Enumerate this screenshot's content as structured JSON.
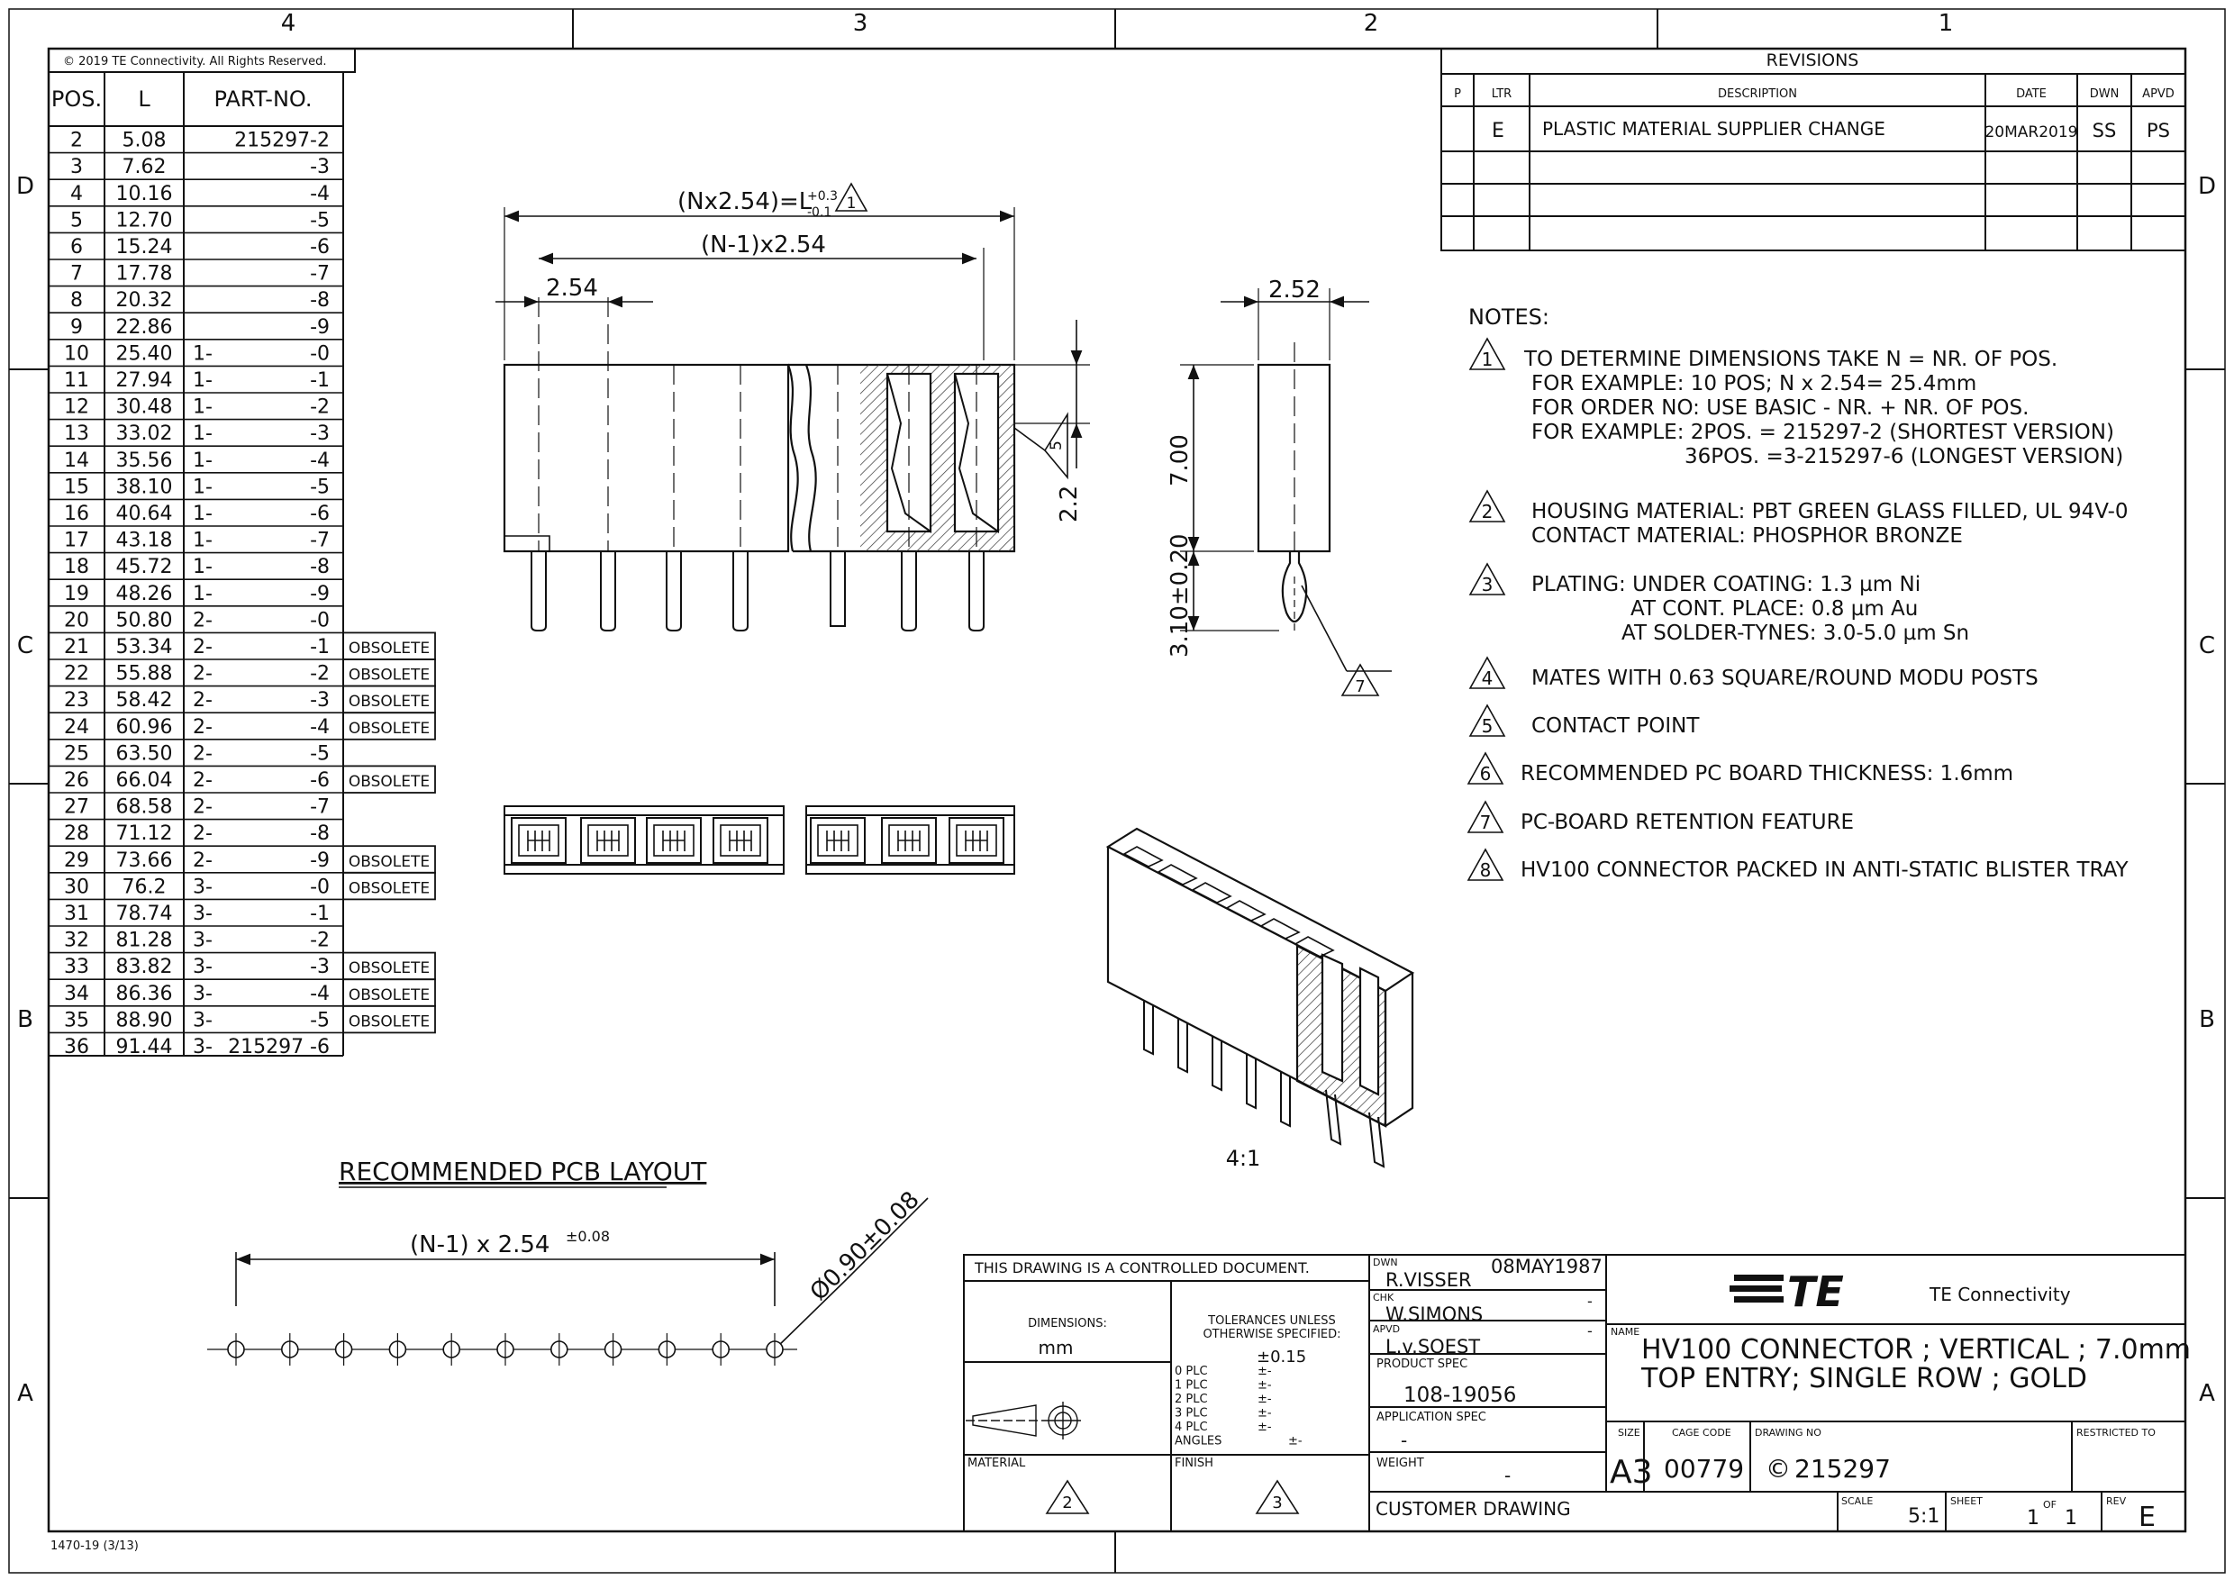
{
  "frame": {
    "zones_top": [
      "4",
      "3",
      "2",
      "1"
    ],
    "zones_side": [
      "D",
      "C",
      "B",
      "A"
    ],
    "form_no": "1470-19 (3/13)"
  },
  "copyright": "© 2019 TE Connectivity. All Rights Reserved.",
  "pos_table": {
    "headers": [
      "POS.",
      "L",
      "PART-NO."
    ],
    "rows": [
      {
        "pos": "2",
        "l": "5.08",
        "pre": "",
        "suf": "215297-2",
        "obs": ""
      },
      {
        "pos": "3",
        "l": "7.62",
        "pre": "",
        "suf": "-3",
        "obs": ""
      },
      {
        "pos": "4",
        "l": "10.16",
        "pre": "",
        "suf": "-4",
        "obs": ""
      },
      {
        "pos": "5",
        "l": "12.70",
        "pre": "",
        "suf": "-5",
        "obs": ""
      },
      {
        "pos": "6",
        "l": "15.24",
        "pre": "",
        "suf": "-6",
        "obs": ""
      },
      {
        "pos": "7",
        "l": "17.78",
        "pre": "",
        "suf": "-7",
        "obs": ""
      },
      {
        "pos": "8",
        "l": "20.32",
        "pre": "",
        "suf": "-8",
        "obs": ""
      },
      {
        "pos": "9",
        "l": "22.86",
        "pre": "",
        "suf": "-9",
        "obs": ""
      },
      {
        "pos": "10",
        "l": "25.40",
        "pre": "1-",
        "suf": "-0",
        "obs": ""
      },
      {
        "pos": "11",
        "l": "27.94",
        "pre": "1-",
        "suf": "-1",
        "obs": ""
      },
      {
        "pos": "12",
        "l": "30.48",
        "pre": "1-",
        "suf": "-2",
        "obs": ""
      },
      {
        "pos": "13",
        "l": "33.02",
        "pre": "1-",
        "suf": "-3",
        "obs": ""
      },
      {
        "pos": "14",
        "l": "35.56",
        "pre": "1-",
        "suf": "-4",
        "obs": ""
      },
      {
        "pos": "15",
        "l": "38.10",
        "pre": "1-",
        "suf": "-5",
        "obs": ""
      },
      {
        "pos": "16",
        "l": "40.64",
        "pre": "1-",
        "suf": "-6",
        "obs": ""
      },
      {
        "pos": "17",
        "l": "43.18",
        "pre": "1-",
        "suf": "-7",
        "obs": ""
      },
      {
        "pos": "18",
        "l": "45.72",
        "pre": "1-",
        "suf": "-8",
        "obs": ""
      },
      {
        "pos": "19",
        "l": "48.26",
        "pre": "1-",
        "suf": "-9",
        "obs": ""
      },
      {
        "pos": "20",
        "l": "50.80",
        "pre": "2-",
        "suf": "-0",
        "obs": ""
      },
      {
        "pos": "21",
        "l": "53.34",
        "pre": "2-",
        "suf": "-1",
        "obs": "OBSOLETE"
      },
      {
        "pos": "22",
        "l": "55.88",
        "pre": "2-",
        "suf": "-2",
        "obs": "OBSOLETE"
      },
      {
        "pos": "23",
        "l": "58.42",
        "pre": "2-",
        "suf": "-3",
        "obs": "OBSOLETE"
      },
      {
        "pos": "24",
        "l": "60.96",
        "pre": "2-",
        "suf": "-4",
        "obs": "OBSOLETE"
      },
      {
        "pos": "25",
        "l": "63.50",
        "pre": "2-",
        "suf": "-5",
        "obs": ""
      },
      {
        "pos": "26",
        "l": "66.04",
        "pre": "2-",
        "suf": "-6",
        "obs": "OBSOLETE"
      },
      {
        "pos": "27",
        "l": "68.58",
        "pre": "2-",
        "suf": "-7",
        "obs": ""
      },
      {
        "pos": "28",
        "l": "71.12",
        "pre": "2-",
        "suf": "-8",
        "obs": ""
      },
      {
        "pos": "29",
        "l": "73.66",
        "pre": "2-",
        "suf": "-9",
        "obs": "OBSOLETE"
      },
      {
        "pos": "30",
        "l": "76.2",
        "pre": "3-",
        "suf": "-0",
        "obs": "OBSOLETE"
      },
      {
        "pos": "31",
        "l": "78.74",
        "pre": "3-",
        "suf": "-1",
        "obs": ""
      },
      {
        "pos": "32",
        "l": "81.28",
        "pre": "3-",
        "suf": "-2",
        "obs": ""
      },
      {
        "pos": "33",
        "l": "83.82",
        "pre": "3-",
        "suf": "-3",
        "obs": "OBSOLETE"
      },
      {
        "pos": "34",
        "l": "86.36",
        "pre": "3-",
        "suf": "-4",
        "obs": "OBSOLETE"
      },
      {
        "pos": "35",
        "l": "88.90",
        "pre": "3-",
        "suf": "-5",
        "obs": "OBSOLETE"
      },
      {
        "pos": "36",
        "l": "91.44",
        "pre": "3-",
        "suf": "215297 -6",
        "obs": ""
      }
    ]
  },
  "revisions": {
    "title": "REVISIONS",
    "headers": [
      "P",
      "LTR",
      "DESCRIPTION",
      "DATE",
      "DWN",
      "APVD"
    ],
    "rows": [
      {
        "p": "",
        "ltr": "E",
        "desc": "PLASTIC MATERIAL SUPPLIER CHANGE",
        "date": "20MAR2019",
        "dwn": "SS",
        "apvd": "PS"
      }
    ]
  },
  "dims": {
    "total_len": "(Nx2.54)=L",
    "tol_plus": "+0.3",
    "tol_minus": "-0.1",
    "note_ref_1": "1",
    "pitch_span": "(N-1)x2.54",
    "pitch": "2.54",
    "height_contact": "2.2",
    "note_ref_5": "5",
    "width": "2.52",
    "height": "7.00",
    "tail": "3.10±0.20",
    "note_ref_7": "7",
    "scale_label": "4:1"
  },
  "pcb": {
    "title": "RECOMMENDED PCB LAYOUT",
    "span": "(N-1) x 2.54",
    "span_tol": "±0.08",
    "hole": "Ø0.90±0.08"
  },
  "notes": {
    "title": "NOTES:",
    "items": [
      {
        "num": "1",
        "lines": [
          "TO DETERMINE DIMENSIONS TAKE N = NR. OF POS.",
          "FOR EXAMPLE: 10 POS; N x 2.54= 25.4mm",
          "FOR ORDER NO: USE BASIC - NR. + NR. OF POS.",
          "FOR EXAMPLE:  2POS. =  215297-2 (SHORTEST VERSION)",
          "36POS. =3-215297-6 (LONGEST VERSION)"
        ]
      },
      {
        "num": "2",
        "lines": [
          "HOUSING MATERIAL: PBT GREEN GLASS FILLED, UL 94V-0",
          "CONTACT MATERIAL: PHOSPHOR BRONZE"
        ]
      },
      {
        "num": "3",
        "lines": [
          "PLATING:  UNDER COATING: 1.3 µm Ni",
          "AT CONT. PLACE: 0.8 µm Au",
          "AT SOLDER-TYNES: 3.0-5.0 µm Sn"
        ]
      },
      {
        "num": "4",
        "lines": [
          "MATES WITH 0.63 SQUARE/ROUND MODU POSTS"
        ]
      },
      {
        "num": "5",
        "lines": [
          "CONTACT POINT"
        ]
      },
      {
        "num": "6",
        "lines": [
          "RECOMMENDED PC BOARD THICKNESS: 1.6mm"
        ]
      },
      {
        "num": "7",
        "lines": [
          "PC-BOARD RETENTION FEATURE"
        ]
      },
      {
        "num": "8",
        "lines": [
          "HV100 CONNECTOR PACKED IN ANTI-STATIC BLISTER TRAY"
        ]
      }
    ]
  },
  "title_block": {
    "controlled": "THIS DRAWING IS A CONTROLLED DOCUMENT.",
    "dimensions_label": "DIMENSIONS:",
    "dimensions_unit": "mm",
    "tol_title_1": "TOLERANCES UNLESS",
    "tol_title_2": "OTHERWISE SPECIFIED:",
    "tol_main": "±0.15",
    "plc": [
      "0 PLC",
      "1 PLC",
      "2 PLC",
      "3 PLC",
      "4 PLC",
      "ANGLES"
    ],
    "plc_val": [
      "±-",
      "±-",
      "±-",
      "±-",
      "±-",
      "±-"
    ],
    "material_label": "MATERIAL",
    "material_ref": "2",
    "finish_label": "FINISH",
    "finish_ref": "3",
    "dwn_label": "DWN",
    "dwn_name": "R.VISSER",
    "dwn_date": "08MAY1987",
    "chk_label": "CHK",
    "chk_name": "W.SIMONS",
    "chk_date": "-",
    "apvd_label": "APVD",
    "apvd_name": "L.v.SOEST",
    "apvd_date": "-",
    "product_spec_label": "PRODUCT SPEC",
    "product_spec": "108-19056",
    "app_spec_label": "APPLICATION SPEC",
    "app_spec": "-",
    "weight_label": "WEIGHT",
    "weight": "-",
    "customer": "CUSTOMER DRAWING",
    "logo": "TE",
    "company": "TE Connectivity",
    "name_label": "NAME",
    "name_1": "HV100 CONNECTOR ; VERTICAL ; 7.0mm",
    "name_2": "TOP ENTRY; SINGLE ROW ; GOLD",
    "size_label": "SIZE",
    "size": "A3",
    "cage_label": "CAGE CODE",
    "cage": "00779",
    "dwg_label": "DRAWING NO",
    "dwg": "215297",
    "restricted_label": "RESTRICTED TO",
    "scale_label": "SCALE",
    "scale": "5:1",
    "sheet_label": "SHEET",
    "sheet": "1",
    "of_label": "OF",
    "sheet_of": "1",
    "rev_label": "REV",
    "rev": "E"
  }
}
